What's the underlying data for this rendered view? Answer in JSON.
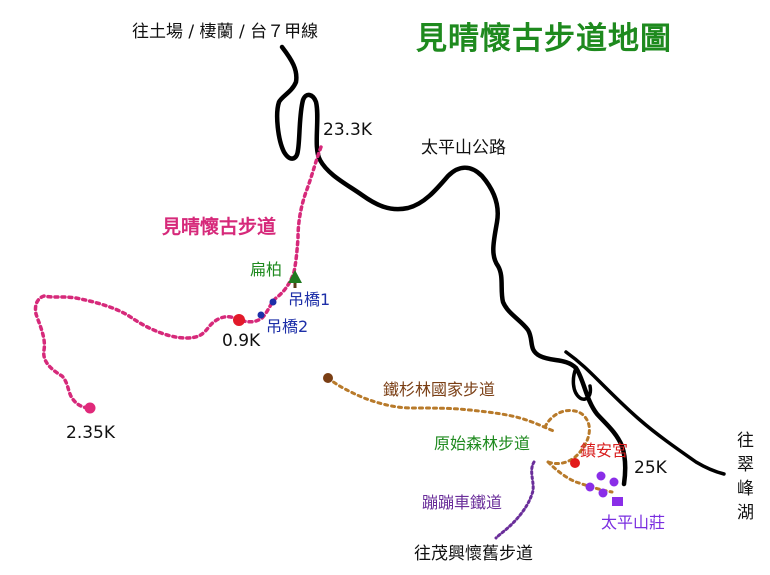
{
  "title": "見晴懷古步道地圖",
  "labels": {
    "top_direction": "往土場 / 棲蘭 / 台７甲線",
    "highway": "太平山公路",
    "trail_name": "見晴懷古步道",
    "km_23_3": "23.3K",
    "km_0_9": "0.9K",
    "km_2_35": "2.35K",
    "km_25": "25K",
    "bianbai": "扁柏",
    "bridge1": "吊橋1",
    "bridge2": "吊橋2",
    "tieshan_trail": "鐵杉林國家步道",
    "primeval_trail": "原始森林步道",
    "zhenan_temple": "鎮安宮",
    "bengbeng_rail": "蹦蹦車鐵道",
    "taipingshan_lodge": "太平山莊",
    "maoxing_trail": "往茂興懷舊步道",
    "cuifeng_lake": "往翠峰湖"
  },
  "colors": {
    "title": "#1e8a1e",
    "road": "#000000",
    "jianqing_trail": "#d6297a",
    "tieshan_trail": "#b87a2a",
    "bengbeng_rail": "#6a2e9a",
    "bridge": "#1d2fa8",
    "temple": "#e21a1a",
    "lodge": "#8a2ee8",
    "tree": "#1f7a1f"
  }
}
